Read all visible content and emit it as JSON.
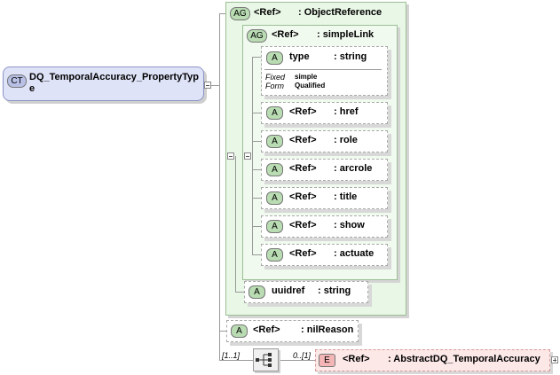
{
  "complex_type": {
    "badge": "CT",
    "name": "DQ_TemporalAccuracy_PropertyType"
  },
  "outer_group": {
    "badge": "AG",
    "ref": "<Ref>",
    "name": ": ObjectReference"
  },
  "inner_group": {
    "badge": "AG",
    "ref": "<Ref>",
    "name": ": simpleLink"
  },
  "type_attr": {
    "badge": "A",
    "name": "type",
    "type": ": string",
    "fixed_label": "Fixed",
    "fixed_value": "simple",
    "form_label": "Form",
    "form_value": "Qualified"
  },
  "link_attrs": [
    {
      "badge": "A",
      "ref": "<Ref>",
      "name": ": href"
    },
    {
      "badge": "A",
      "ref": "<Ref>",
      "name": ": role"
    },
    {
      "badge": "A",
      "ref": "<Ref>",
      "name": ": arcrole"
    },
    {
      "badge": "A",
      "ref": "<Ref>",
      "name": ": title"
    },
    {
      "badge": "A",
      "ref": "<Ref>",
      "name": ": show"
    },
    {
      "badge": "A",
      "ref": "<Ref>",
      "name": ": actuate"
    }
  ],
  "uuidref": {
    "badge": "A",
    "name": "uuidref",
    "type": ": string"
  },
  "nilreason": {
    "badge": "A",
    "ref": "<Ref>",
    "name": ": nilReason"
  },
  "sequence": {
    "cardinality": "[1..1]",
    "child_cardinality": "0..[1]"
  },
  "element": {
    "badge": "E",
    "ref": "<Ref>",
    "name": ": AbstractDQ_TemporalAccuracy"
  }
}
